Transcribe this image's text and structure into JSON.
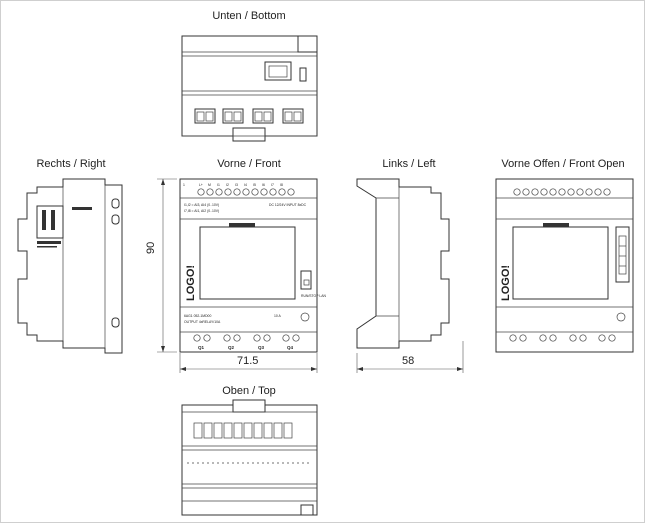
{
  "views": {
    "bottom_title": "Unten / Bottom",
    "right_title": "Rechts / Right",
    "front_title": "Vorne / Front",
    "left_title": "Links / Left",
    "front_open_title": "Vorne Offen / Front Open",
    "top_title": "Oben / Top"
  },
  "dimensions": {
    "height": "90",
    "width_front": "71.5",
    "depth_left": "58"
  },
  "front_panel": {
    "logo": "LOGO!",
    "input_terminals": [
      "L+",
      "M",
      "I1",
      "I2",
      "I3",
      "I4",
      "I5",
      "I6",
      "I7",
      "I8"
    ],
    "input_spec_1": "I1,I2 = AI3, AI4 (0..10V)",
    "input_spec_2": "I7,I8 = AI1, AI2 (0..10V)",
    "supply_label": "DC 12/24V INPUT 8xDC",
    "model_label": "6AG1 052-1MD00",
    "output_label": "OUTPUT 4xRELAY/10A",
    "relay_label": "10 A",
    "status_label": "RUN/STOP LAN",
    "output_names": [
      "Q1",
      "Q2",
      "Q3",
      "Q4"
    ]
  }
}
